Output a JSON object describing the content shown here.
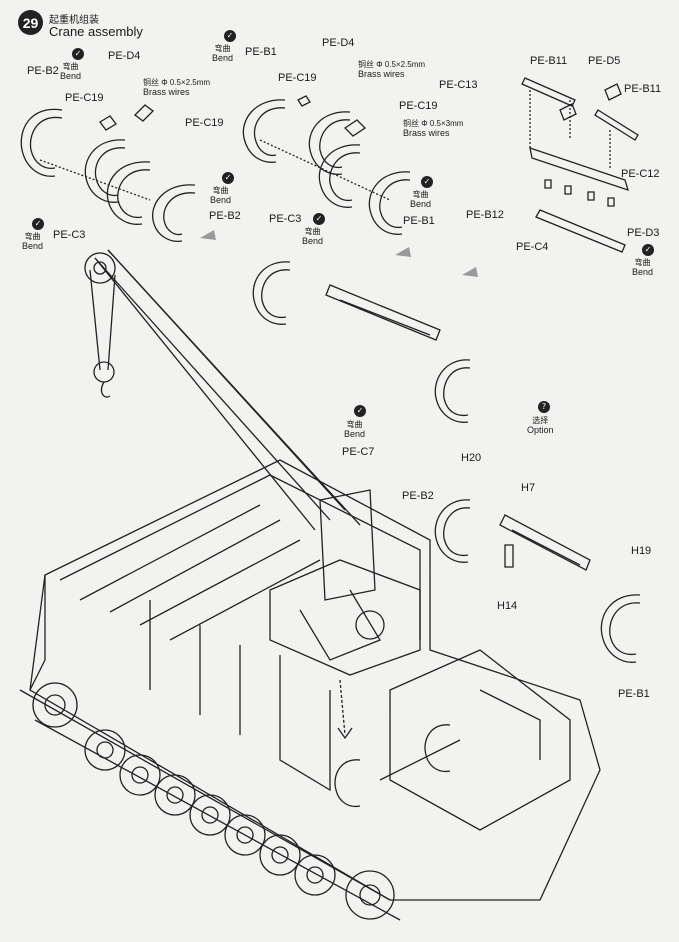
{
  "step": {
    "number": "29",
    "title_zh": "起重机组装",
    "title_en": "Crane assembly"
  },
  "notes": {
    "bend_zh": "弯曲",
    "bend_en": "Bend",
    "option_zh": "选择",
    "option_en": "Option",
    "brass_wire_1_zh": "铜丝 Φ 0.5×2.5mm",
    "brass_wire_1_en": "Brass wires",
    "brass_wire_2_zh": "铜丝 Φ 0.5×2.5mm",
    "brass_wire_2_en": "Brass wires",
    "brass_wire_3_zh": "铜丝 Φ 0.5×3mm",
    "brass_wire_3_en": "Brass wires"
  },
  "icons": {
    "bend_icon": "bend-arrow-badge",
    "option_icon": "question-badge",
    "option_glyph": "?"
  },
  "parts": {
    "pe_b2_a": "PE-B2",
    "pe_d4_a": "PE-D4",
    "pe_c19_a": "PE-C19",
    "pe_c19_b": "PE-C19",
    "pe_b2_b": "PE-B2",
    "pe_c3_a": "PE-C3",
    "pe_b1_a": "PE-B1",
    "pe_c19_c": "PE-C19",
    "pe_d4_b": "PE-D4",
    "pe_c19_d": "PE-C19",
    "pe_c3_b": "PE-C3",
    "pe_b1_b": "PE-B1",
    "pe_c13": "PE-C13",
    "pe_b11_a": "PE-B11",
    "pe_d5": "PE-D5",
    "pe_b11_b": "PE-B11",
    "pe_c12": "PE-C12",
    "pe_b12": "PE-B12",
    "pe_d3": "PE-D3",
    "pe_c4": "PE-C4",
    "pe_c7": "PE-C7",
    "h20": "H20",
    "h7": "H7",
    "pe_b2_c": "PE-B2",
    "h14": "H14",
    "h19": "H19",
    "pe_b1_c": "PE-B1"
  }
}
